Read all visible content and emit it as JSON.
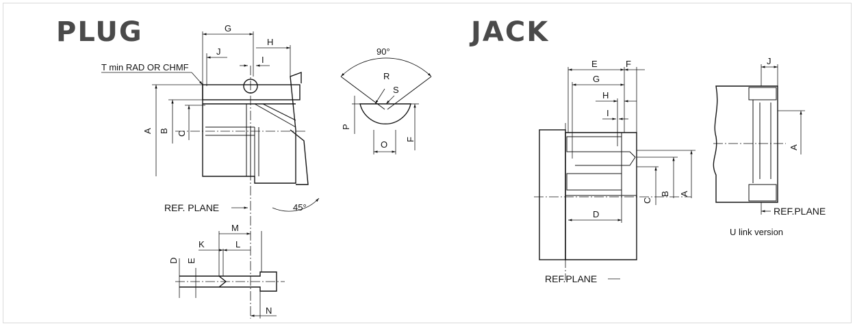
{
  "plug": {
    "title": "PLUG",
    "labels": {
      "G": "G",
      "J": "J",
      "H": "H",
      "I": "I",
      "tmin": "T min RAD OR CHMF",
      "A": "A",
      "B": "B",
      "C": "C",
      "ref_plane": "REF. PLANE",
      "angle_45": "45°",
      "M": "M",
      "K": "K",
      "L": "L",
      "D": "D",
      "E": "E",
      "N": "N"
    }
  },
  "detail": {
    "labels": {
      "angle_90": "90°",
      "R": "R",
      "S": "S",
      "P": "P",
      "O": "O",
      "F": "F"
    }
  },
  "jack": {
    "title": "JACK",
    "labels": {
      "E": "E",
      "F": "F",
      "G": "G",
      "H": "H",
      "I": "I",
      "D": "D",
      "C": "C",
      "B": "B",
      "A": "A",
      "ref_plane": "REF.PLANE"
    }
  },
  "ulink": {
    "labels": {
      "J": "J",
      "A": "A",
      "ref_plane": "REF.PLANE",
      "caption": "U link version"
    }
  }
}
